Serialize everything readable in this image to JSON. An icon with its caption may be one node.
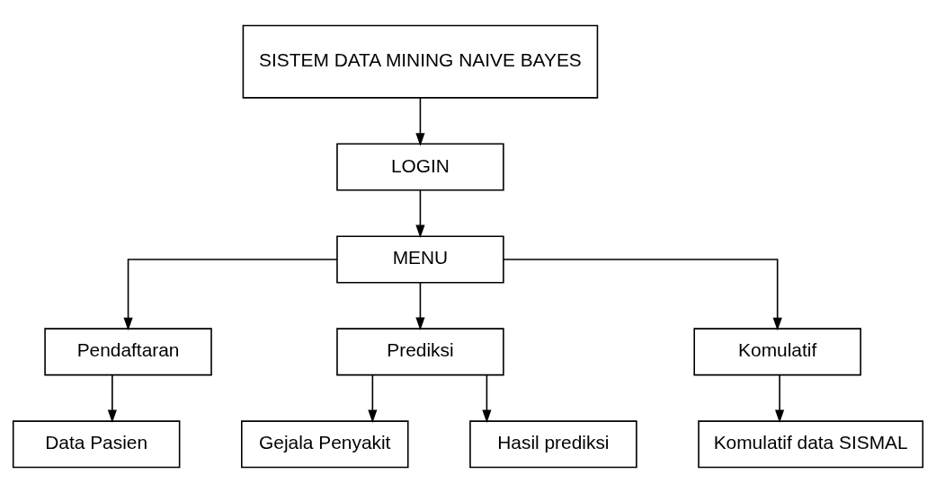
{
  "diagram": {
    "nodes": [
      {
        "text": [
          "SISTEM DATA MINING NAIVE BAYES"
        ]
      },
      {
        "text": [
          "LOGIN"
        ]
      },
      {
        "text": [
          "MENU"
        ]
      },
      {
        "text": [
          "Pendaftaran"
        ]
      },
      {
        "text": [
          "Prediksi"
        ]
      },
      {
        "text": [
          "Komulatif"
        ]
      },
      {
        "text": [
          "Data Pasien"
        ]
      },
      {
        "text": [
          "Gejala Penyakit"
        ]
      },
      {
        "text": [
          "Hasil prediksi"
        ]
      },
      {
        "text": [
          "Komulatif data SISMAL"
        ]
      }
    ],
    "edges": [
      {
        "from": 0,
        "to": 1,
        "arrow": "to"
      },
      {
        "from": 1,
        "to": 2,
        "arrow": "to"
      },
      {
        "from": 2,
        "to": 3,
        "arrow": "to"
      },
      {
        "from": 2,
        "to": 4,
        "arrow": "to"
      },
      {
        "from": 2,
        "to": 5,
        "arrow": "to"
      },
      {
        "from": 3,
        "to": 6,
        "arrow": "to"
      },
      {
        "from": 4,
        "to": 7,
        "arrow": "to"
      },
      {
        "from": 4,
        "to": 8,
        "arrow": "to"
      },
      {
        "from": 5,
        "to": 9,
        "arrow": "to"
      }
    ]
  }
}
